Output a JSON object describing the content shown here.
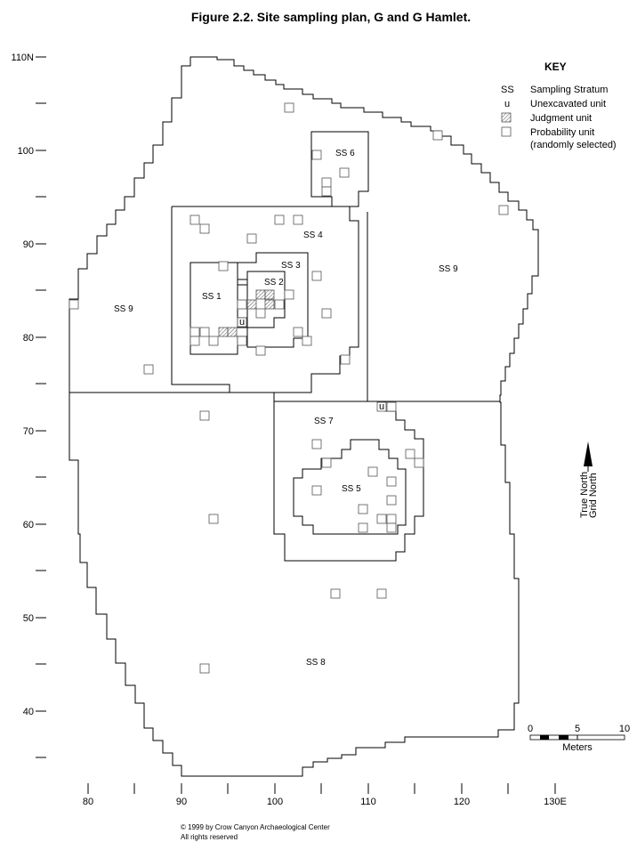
{
  "title": "Figure 2.2.  Site sampling plan, G and G Hamlet.",
  "axes": {
    "x_tick_labels": [
      "80",
      "90",
      "100",
      "110",
      "120",
      "130E"
    ],
    "y_tick_labels": [
      "110N",
      "100",
      "90",
      "80",
      "70",
      "60",
      "50",
      "40"
    ]
  },
  "strata_labels": {
    "ss1": "SS 1",
    "ss2": "SS 2",
    "ss3": "SS 3",
    "ss4": "SS 4",
    "ss5": "SS 5",
    "ss6": "SS 6",
    "ss7": "SS 7",
    "ss8": "SS 8",
    "ss9_west": "SS 9",
    "ss9_east": "SS 9"
  },
  "unit_marks": {
    "u1": "u",
    "u2": "u"
  },
  "key": {
    "title": "KEY",
    "symbol_ss": "SS",
    "label_ss": "Sampling Stratum",
    "symbol_u": "u",
    "label_u": "Unexcavated unit",
    "label_judgment": "Judgment unit",
    "label_probability_1": "Probability unit",
    "label_probability_2": "(randomly selected)"
  },
  "north_arrow": {
    "label_1": "True North",
    "label_2": "Grid North"
  },
  "scale_bar": {
    "tick_labels": [
      "0",
      "5",
      "10"
    ],
    "unit_label": "Meters"
  },
  "copyright": {
    "line_1": "© 1999 by Crow Canyon Archaeological Center",
    "line_2": "All rights reserved"
  },
  "colors": {
    "ink": "#000000",
    "unit_stroke": "#555555",
    "background": "#ffffff"
  }
}
